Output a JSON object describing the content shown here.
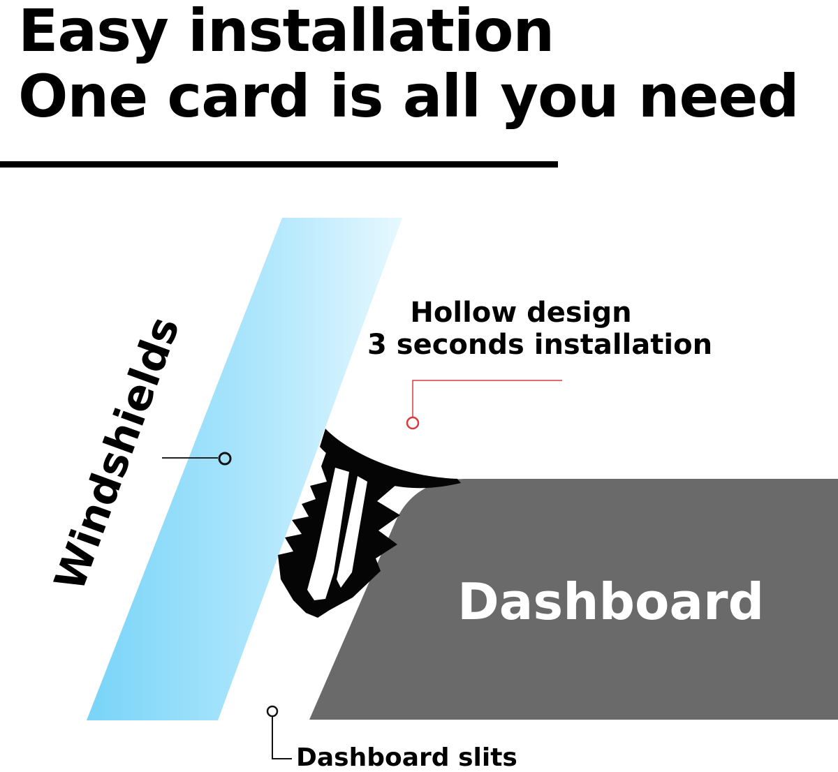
{
  "header": {
    "line1": "Easy installation",
    "line2": "One card is all you need"
  },
  "labels": {
    "windshield": "Windshields",
    "hollow_line1": "Hollow design",
    "hollow_line2": "3 seconds installation",
    "dashboard": "Dashboard",
    "slits": "Dashboard slits"
  },
  "colors": {
    "windshield_light": "#c9efff",
    "windshield_dark": "#78d4f8",
    "dashboard": "#6a6a6a",
    "seal": "#050505",
    "callout_red": "#d93a3a",
    "callout_dark": "#222222"
  }
}
